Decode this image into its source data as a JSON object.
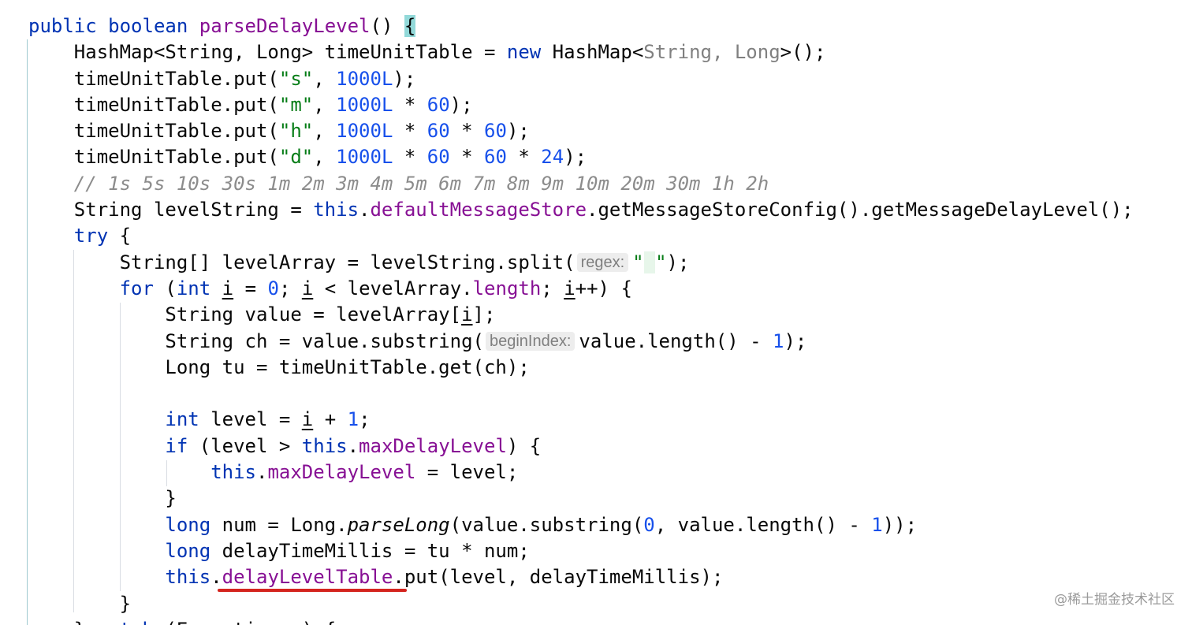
{
  "code": {
    "lines": [
      [
        {
          "t": "public boolean ",
          "c": "kw"
        },
        {
          "t": "parseDelayLevel",
          "c": "field"
        },
        {
          "t": "() "
        },
        {
          "t": "{",
          "c": "brace-hl"
        }
      ],
      [
        {
          "t": "    HashMap<String, Long> timeUnitTable = "
        },
        {
          "t": "new ",
          "c": "kw"
        },
        {
          "t": "HashMap<"
        },
        {
          "t": "String, Long",
          "c": "gen"
        },
        {
          "t": ">();"
        }
      ],
      [
        {
          "t": "    timeUnitTable.put("
        },
        {
          "t": "\"s\"",
          "c": "str"
        },
        {
          "t": ", "
        },
        {
          "t": "1000L",
          "c": "num"
        },
        {
          "t": ");"
        }
      ],
      [
        {
          "t": "    timeUnitTable.put("
        },
        {
          "t": "\"m\"",
          "c": "str"
        },
        {
          "t": ", "
        },
        {
          "t": "1000L",
          "c": "num"
        },
        {
          "t": " * "
        },
        {
          "t": "60",
          "c": "num"
        },
        {
          "t": ");"
        }
      ],
      [
        {
          "t": "    timeUnitTable.put("
        },
        {
          "t": "\"h\"",
          "c": "str"
        },
        {
          "t": ", "
        },
        {
          "t": "1000L",
          "c": "num"
        },
        {
          "t": " * "
        },
        {
          "t": "60",
          "c": "num"
        },
        {
          "t": " * "
        },
        {
          "t": "60",
          "c": "num"
        },
        {
          "t": ");"
        }
      ],
      [
        {
          "t": "    timeUnitTable.put("
        },
        {
          "t": "\"d\"",
          "c": "str"
        },
        {
          "t": ", "
        },
        {
          "t": "1000L",
          "c": "num"
        },
        {
          "t": " * "
        },
        {
          "t": "60",
          "c": "num"
        },
        {
          "t": " * "
        },
        {
          "t": "60",
          "c": "num"
        },
        {
          "t": " * "
        },
        {
          "t": "24",
          "c": "num"
        },
        {
          "t": ");"
        }
      ],
      [
        {
          "t": "    "
        },
        {
          "t": "// 1s 5s 10s 30s 1m 2m 3m 4m 5m 6m 7m 8m 9m 10m 20m 30m 1h 2h",
          "c": "cmt"
        }
      ],
      [
        {
          "t": "    String levelString = "
        },
        {
          "t": "this",
          "c": "kw"
        },
        {
          "t": "."
        },
        {
          "t": "defaultMessageStore",
          "c": "field"
        },
        {
          "t": ".getMessageStoreConfig().getMessageDelayLevel();"
        }
      ],
      [
        {
          "t": "    "
        },
        {
          "t": "try",
          "c": "kw"
        },
        {
          "t": " {"
        }
      ],
      [
        {
          "t": "        String[] levelArray = levelString.split("
        },
        {
          "t": "regex:",
          "c": "hint"
        },
        {
          "t": "\"",
          "c": "str"
        },
        {
          "t": " ",
          "c": "str space-hl"
        },
        {
          "t": "\"",
          "c": "str"
        },
        {
          "t": ");"
        }
      ],
      [
        {
          "t": "        "
        },
        {
          "t": "for",
          "c": "kw"
        },
        {
          "t": " ("
        },
        {
          "t": "int",
          "c": "kw"
        },
        {
          "t": " "
        },
        {
          "t": "i",
          "c": "ul"
        },
        {
          "t": " = "
        },
        {
          "t": "0",
          "c": "num"
        },
        {
          "t": "; "
        },
        {
          "t": "i",
          "c": "ul"
        },
        {
          "t": " < levelArray."
        },
        {
          "t": "length",
          "c": "field"
        },
        {
          "t": "; "
        },
        {
          "t": "i",
          "c": "ul"
        },
        {
          "t": "++) {"
        }
      ],
      [
        {
          "t": "            String value = levelArray["
        },
        {
          "t": "i",
          "c": "ul"
        },
        {
          "t": "];"
        }
      ],
      [
        {
          "t": "            String ch = value.substring("
        },
        {
          "t": "beginIndex:",
          "c": "hint"
        },
        {
          "t": "value.length() - "
        },
        {
          "t": "1",
          "c": "num"
        },
        {
          "t": ");"
        }
      ],
      [
        {
          "t": "            Long tu = timeUnitTable.get(ch);"
        }
      ],
      [
        {
          "t": ""
        }
      ],
      [
        {
          "t": "            "
        },
        {
          "t": "int",
          "c": "kw"
        },
        {
          "t": " level = "
        },
        {
          "t": "i",
          "c": "ul"
        },
        {
          "t": " + "
        },
        {
          "t": "1",
          "c": "num"
        },
        {
          "t": ";"
        }
      ],
      [
        {
          "t": "            "
        },
        {
          "t": "if",
          "c": "kw"
        },
        {
          "t": " (level > "
        },
        {
          "t": "this",
          "c": "kw"
        },
        {
          "t": "."
        },
        {
          "t": "maxDelayLevel",
          "c": "field"
        },
        {
          "t": ") {"
        }
      ],
      [
        {
          "t": "                "
        },
        {
          "t": "this",
          "c": "kw"
        },
        {
          "t": "."
        },
        {
          "t": "maxDelayLevel",
          "c": "field"
        },
        {
          "t": " = level;"
        }
      ],
      [
        {
          "t": "            }"
        }
      ],
      [
        {
          "t": "            "
        },
        {
          "t": "long",
          "c": "kw"
        },
        {
          "t": " num = Long."
        },
        {
          "t": "parseLong",
          "c": "ital"
        },
        {
          "t": "(value.substring("
        },
        {
          "t": "0",
          "c": "num"
        },
        {
          "t": ", value.length() - "
        },
        {
          "t": "1",
          "c": "num"
        },
        {
          "t": "));"
        }
      ],
      [
        {
          "t": "            "
        },
        {
          "t": "long",
          "c": "kw"
        },
        {
          "t": " delayTimeMillis = tu * num;"
        }
      ],
      [
        {
          "t": "            "
        },
        {
          "t": "this",
          "c": "kw"
        },
        {
          "t": "."
        },
        {
          "t": "delayLevelTable",
          "c": "field"
        },
        {
          "t": ".put(level, delayTimeMillis);"
        }
      ],
      [
        {
          "t": "        }"
        }
      ],
      [
        {
          "t": "    } "
        },
        {
          "t": "catch",
          "c": "kw"
        },
        {
          "t": " (Exception e) {"
        }
      ]
    ]
  },
  "watermark": "@稀土掘金技术社区",
  "colors": {
    "keyword": "#0033b3",
    "string": "#067d17",
    "number": "#1750eb",
    "field": "#871094",
    "comment": "#8c8c8c",
    "annotation_underline": "#d4241e",
    "brace_match": "#93d9d9"
  }
}
